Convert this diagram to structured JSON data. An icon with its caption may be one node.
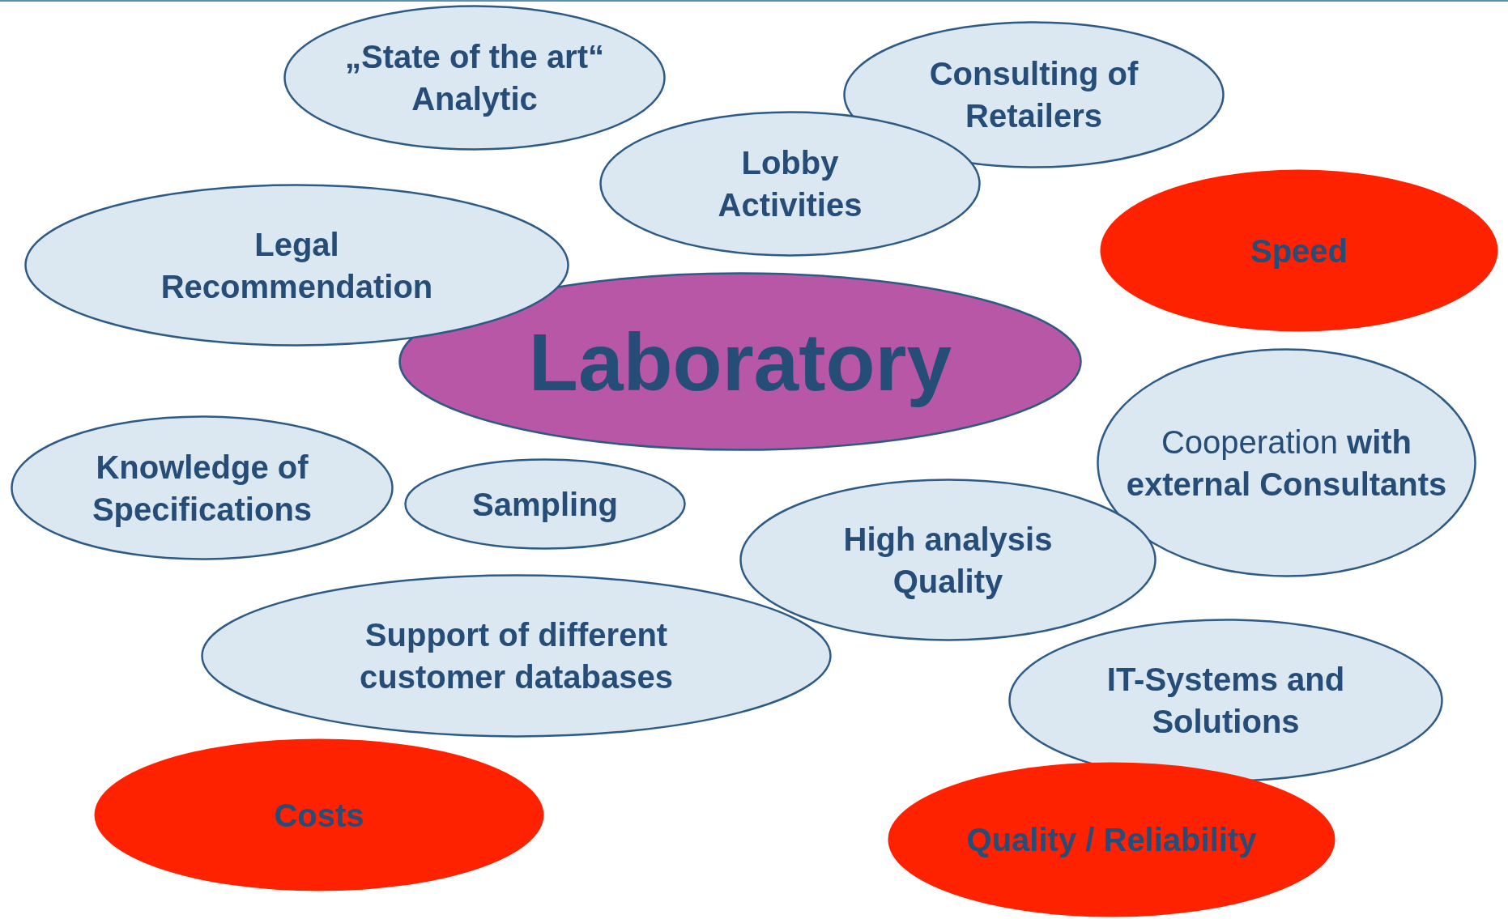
{
  "diagram": {
    "nodes": [
      {
        "text": [
          "„State of the art“ Analytic"
        ]
      },
      {
        "text": [
          "Consulting of Retailers"
        ]
      },
      {
        "text": [
          "Lobby Activities"
        ]
      },
      {
        "text": [
          "Speed"
        ]
      },
      {
        "text": [
          "Legal Recommendation"
        ]
      },
      {
        "text": [
          "Laboratory"
        ]
      },
      {
        "text": [
          "Cooperation **with external Consultants**"
        ]
      },
      {
        "text": [
          "Knowledge of Specifications"
        ]
      },
      {
        "text": [
          "Sampling"
        ]
      },
      {
        "text": [
          "High analysis Quality"
        ]
      },
      {
        "text": [
          "Support of different customer databases"
        ]
      },
      {
        "text": [
          "IT-Systems and Solutions"
        ]
      },
      {
        "text": [
          "Costs"
        ]
      },
      {
        "text": [
          "Quality / Reliability"
        ]
      }
    ]
  }
}
